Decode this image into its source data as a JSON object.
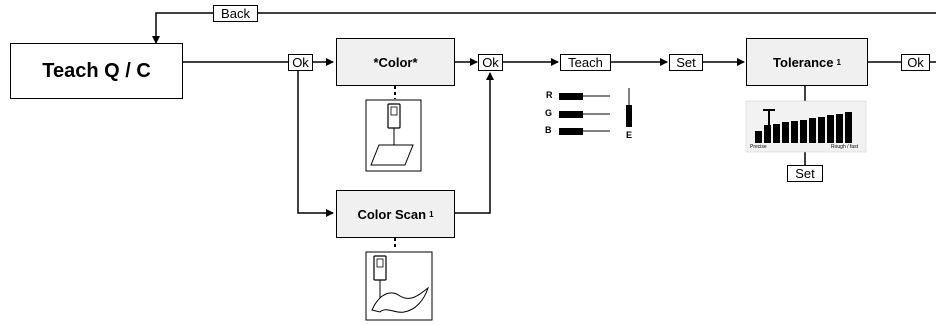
{
  "nodes": {
    "teach_qc": "Teach Q / C",
    "color": "*Color*",
    "color_scan": "Color Scan",
    "color_scan_sup": "1",
    "tolerance": "Tolerance",
    "tolerance_sup": "1"
  },
  "buttons": {
    "back": "Back",
    "ok_1": "Ok",
    "ok_2": "Ok",
    "teach": "Teach",
    "set_1": "Set",
    "set_2": "Set",
    "ok_3": "Ok"
  },
  "rgb_indicator": {
    "r": "R",
    "g": "G",
    "b": "B",
    "e": "E"
  },
  "tolerance_scale": {
    "left": "Precise",
    "right": "Rough / fast"
  }
}
